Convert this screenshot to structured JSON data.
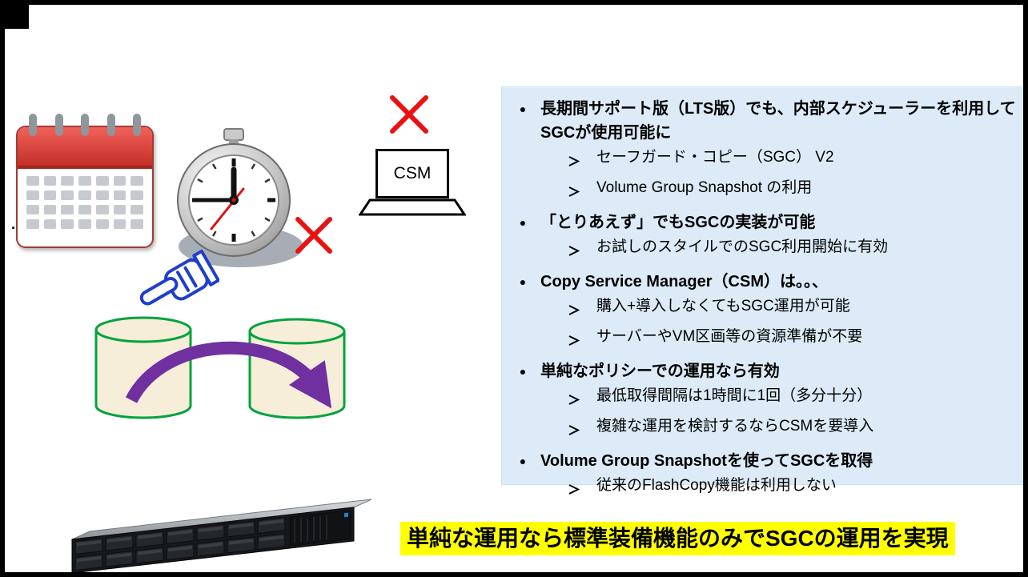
{
  "slide": {
    "panel": {
      "bullet_char": "●",
      "sub_char": "➢",
      "items": [
        {
          "label": "長期間サポート版（LTS版）でも、内部スケジューラーを利用してSGCが使用可能に",
          "subs": [
            "セーフガード・コピー（SGC） V2",
            "Volume Group Snapshot の利用"
          ]
        },
        {
          "label": "「とりあえず」でもSGCの実装が可能",
          "subs": [
            "お試しのスタイルでのSGC利用開始に有効"
          ]
        },
        {
          "label": "Copy Service Manager（CSM）は。。、",
          "subs": [
            "購入+導入しなくてもSGC運用が可能",
            "サーバーやVM区画等の資源準備が不要"
          ]
        },
        {
          "label": "単純なポリシーでの運用なら有効",
          "subs": [
            "最低取得間隔は1時間に1回（多分十分）",
            "複雑な運用を検討するならCSMを要導入"
          ]
        },
        {
          "label": "Volume Group Snapshotを使ってSGCを取得",
          "subs": [
            "従来のFlashCopy機能は利用しない"
          ]
        }
      ]
    },
    "laptop_label": "CSM",
    "banner": "単純な運用なら標準装備機能のみでSGCの運用を実現",
    "stray_mark": ".",
    "colors": {
      "panel_bg": "#dcebf7",
      "banner_bg": "#ffff00",
      "cylinder_green": "#00a33d",
      "cylinder_fill": "#f6eed9",
      "arrow_purple": "#7030a0",
      "x_red": "#e81212",
      "hand_blue": "#1f3ecc",
      "calendar_red": "#d84338"
    }
  }
}
